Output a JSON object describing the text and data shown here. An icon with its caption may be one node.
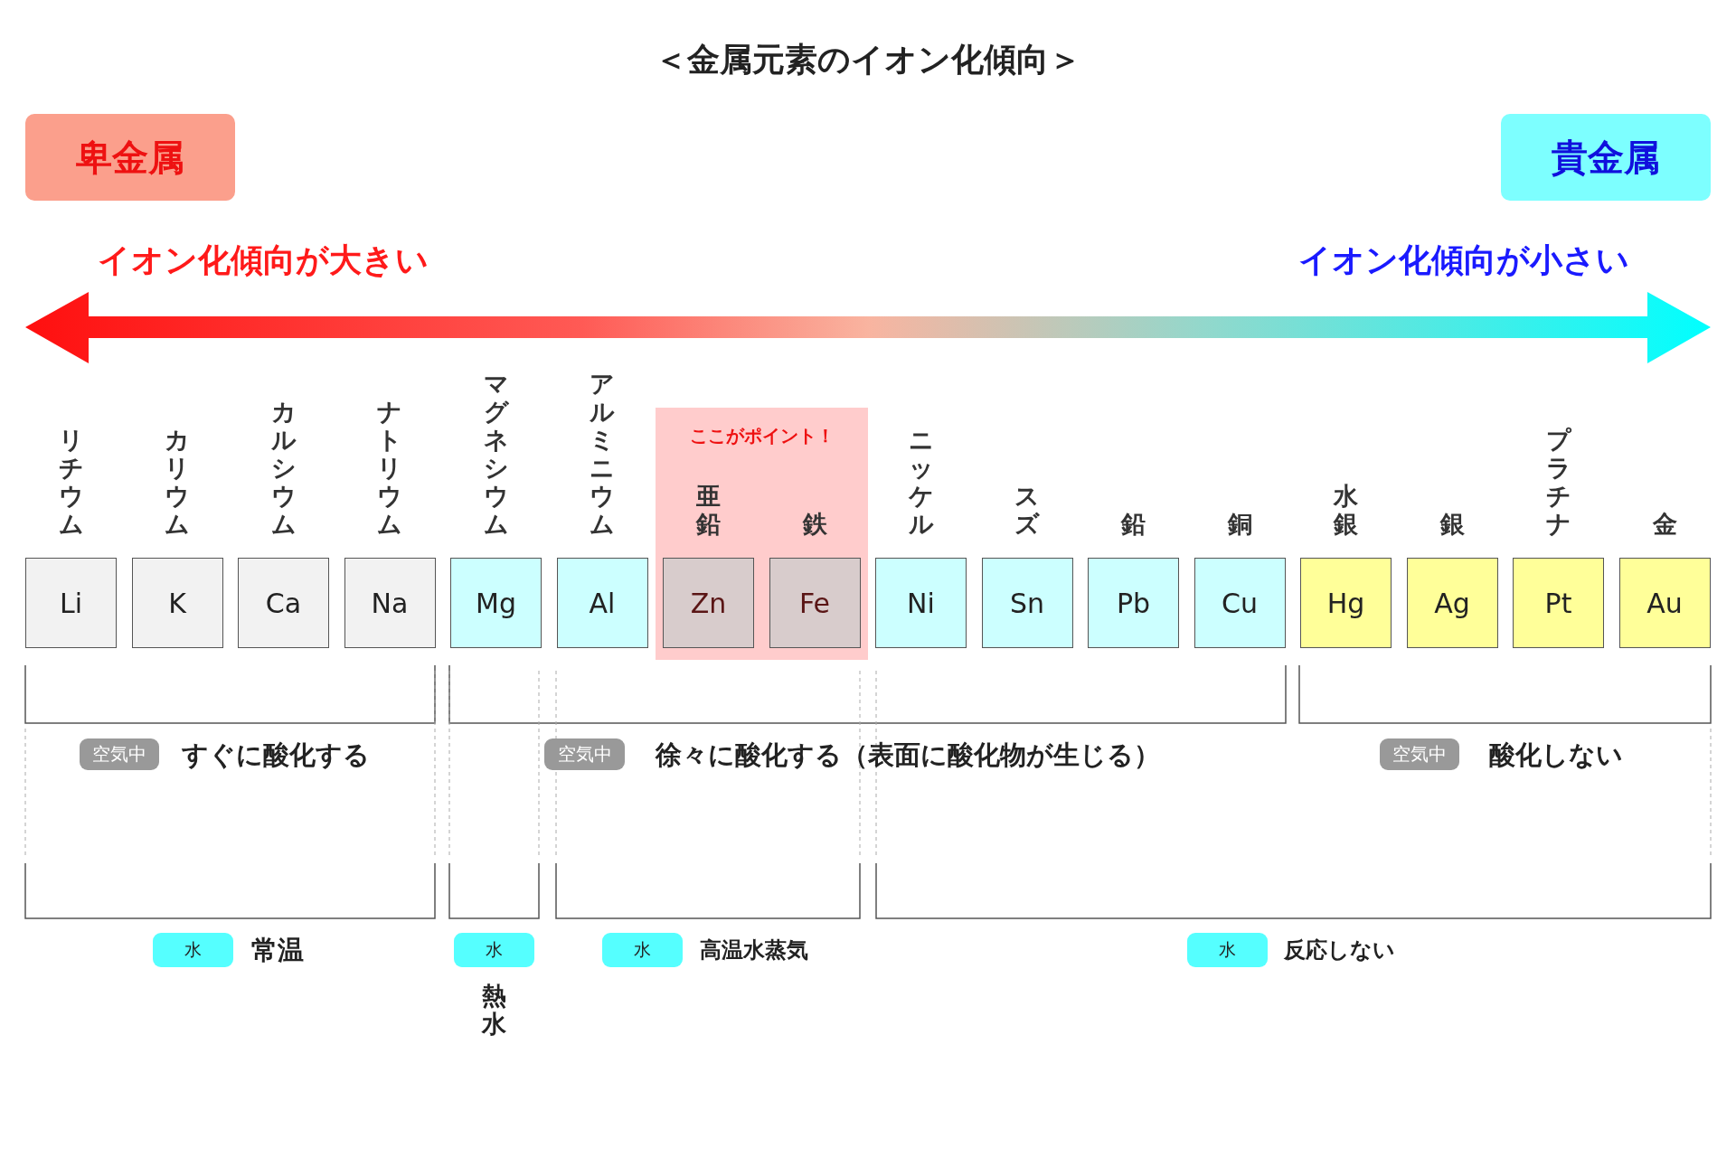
{
  "diagram": {
    "title": "＜金属元素のイオン化傾向＞",
    "nodes": [
      {
        "text": [
          "卑金属"
        ]
      },
      {
        "text": [
          "貴金属"
        ]
      },
      {
        "text": [
          "Li"
        ],
        "beside": [
          "リチウム"
        ]
      },
      {
        "text": [
          "K"
        ],
        "beside": [
          "カリウム"
        ]
      },
      {
        "text": [
          "Ca"
        ],
        "beside": [
          "カルシウム"
        ]
      },
      {
        "text": [
          "Na"
        ],
        "beside": [
          "ナトリウム"
        ]
      },
      {
        "text": [
          "Mg"
        ],
        "beside": [
          "マグネシウム"
        ]
      },
      {
        "text": [
          "Al"
        ],
        "beside": [
          "アルミニウム"
        ]
      },
      {
        "text": [
          "ここがポイント！"
        ]
      },
      {
        "text": [
          "Zn"
        ],
        "beside": [
          "亜鉛"
        ],
        "in": 8
      },
      {
        "text": [
          "Fe"
        ],
        "beside": [
          "鉄"
        ],
        "in": 8
      },
      {
        "text": [
          "Ni"
        ],
        "beside": [
          "ニッケル"
        ]
      },
      {
        "text": [
          "Sn"
        ],
        "beside": [
          "スズ"
        ]
      },
      {
        "text": [
          "Pb"
        ],
        "beside": [
          "鉛"
        ]
      },
      {
        "text": [
          "Cu"
        ],
        "beside": [
          "銅"
        ]
      },
      {
        "text": [
          "Hg"
        ],
        "beside": [
          "水銀"
        ]
      },
      {
        "text": [
          "Ag"
        ],
        "beside": [
          "銀"
        ]
      },
      {
        "text": [
          "Pt"
        ],
        "beside": [
          "プラチナ"
        ]
      },
      {
        "text": [
          "Au"
        ],
        "beside": [
          "金"
        ]
      },
      {
        "text": [
          "空気中"
        ],
        "beside": [
          "すぐに酸化する"
        ]
      },
      {
        "text": [
          "空気中"
        ],
        "beside": [
          "徐々に酸化する（表面に酸化物が生じる）"
        ]
      },
      {
        "text": [
          "空気中"
        ],
        "beside": [
          "酸化しない"
        ]
      },
      {
        "text": [
          "水"
        ],
        "beside": [
          "常温"
        ]
      },
      {
        "text": [
          "水"
        ],
        "beside": [
          "熱水"
        ]
      },
      {
        "text": [
          "水"
        ],
        "beside": [
          "高温水蒸気"
        ]
      },
      {
        "text": [
          "水"
        ],
        "beside": [
          "反応しない"
        ]
      }
    ],
    "labels": [
      "イオン化傾向が大きい",
      "イオン化傾向が小さい"
    ]
  }
}
